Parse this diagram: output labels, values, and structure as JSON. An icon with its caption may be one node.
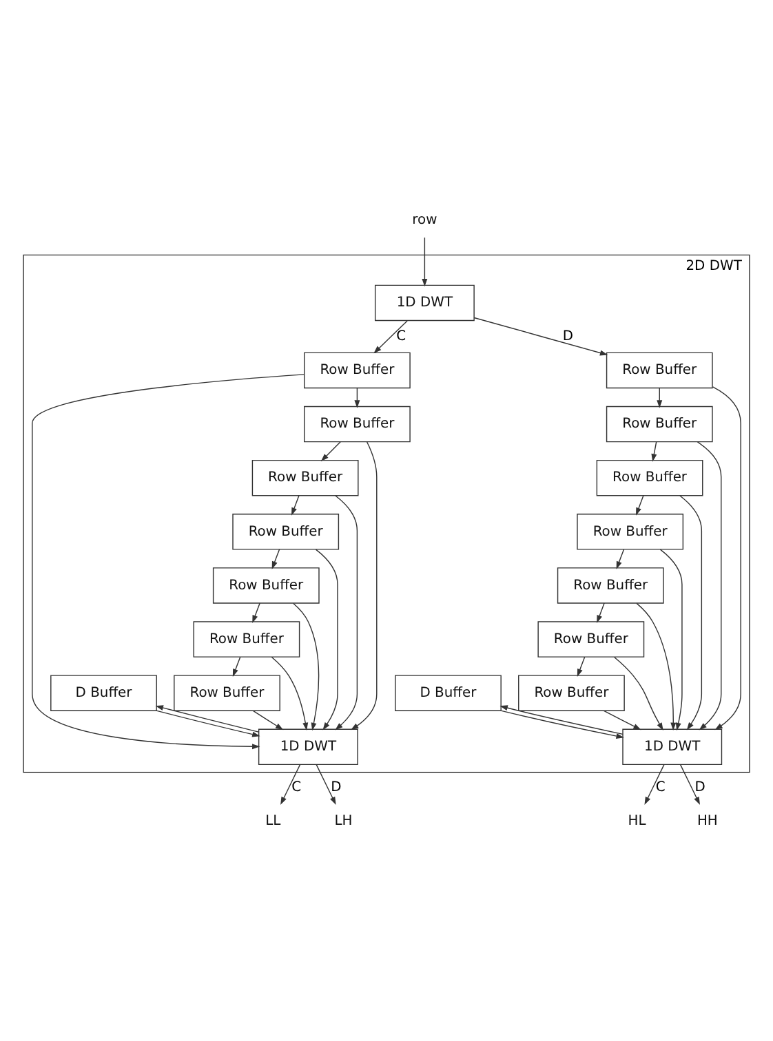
{
  "diagram": {
    "nodes": [
      {
        "text": [
          "2D DWT"
        ]
      },
      {
        "text": [
          "row"
        ]
      },
      {
        "text": [
          "1D DWT"
        ],
        "in": 0
      },
      {
        "text": [
          "Row Buffer"
        ],
        "in": 0
      },
      {
        "text": [
          "Row Buffer"
        ],
        "in": 0
      },
      {
        "text": [
          "Row Buffer"
        ],
        "in": 0
      },
      {
        "text": [
          "Row Buffer"
        ],
        "in": 0
      },
      {
        "text": [
          "Row Buffer"
        ],
        "in": 0
      },
      {
        "text": [
          "Row Buffer"
        ],
        "in": 0
      },
      {
        "text": [
          "Row Buffer"
        ],
        "in": 0
      },
      {
        "text": [
          "D Buffer"
        ],
        "in": 0
      },
      {
        "text": [
          "1D DWT"
        ],
        "in": 0
      },
      {
        "text": [
          "Row Buffer"
        ],
        "in": 0
      },
      {
        "text": [
          "Row Buffer"
        ],
        "in": 0
      },
      {
        "text": [
          "Row Buffer"
        ],
        "in": 0
      },
      {
        "text": [
          "Row Buffer"
        ],
        "in": 0
      },
      {
        "text": [
          "Row Buffer"
        ],
        "in": 0
      },
      {
        "text": [
          "Row Buffer"
        ],
        "in": 0
      },
      {
        "text": [
          "Row Buffer"
        ],
        "in": 0
      },
      {
        "text": [
          "D Buffer"
        ],
        "in": 0
      },
      {
        "text": [
          "1D DWT"
        ],
        "in": 0
      },
      {
        "text": [
          "LL"
        ]
      },
      {
        "text": [
          "LH"
        ]
      },
      {
        "text": [
          "HL"
        ]
      },
      {
        "text": [
          "HH"
        ]
      }
    ],
    "edges": [
      {
        "from": 1,
        "to": 2,
        "arrow": "to"
      },
      {
        "from": 2,
        "to": 3,
        "arrow": "to",
        "label": "C"
      },
      {
        "from": 2,
        "to": 12,
        "arrow": "to",
        "label": "D"
      },
      {
        "from": 3,
        "to": 4,
        "arrow": "to"
      },
      {
        "from": 4,
        "to": 5,
        "arrow": "to"
      },
      {
        "from": 5,
        "to": 6,
        "arrow": "to"
      },
      {
        "from": 6,
        "to": 7,
        "arrow": "to"
      },
      {
        "from": 7,
        "to": 8,
        "arrow": "to"
      },
      {
        "from": 8,
        "to": 9,
        "arrow": "to"
      },
      {
        "from": 3,
        "to": 11,
        "arrow": "to"
      },
      {
        "from": 4,
        "to": 11,
        "arrow": "to"
      },
      {
        "from": 5,
        "to": 11,
        "arrow": "to"
      },
      {
        "from": 6,
        "to": 11,
        "arrow": "to"
      },
      {
        "from": 7,
        "to": 11,
        "arrow": "to"
      },
      {
        "from": 8,
        "to": 11,
        "arrow": "to"
      },
      {
        "from": 9,
        "to": 11,
        "arrow": "to"
      },
      {
        "from": 10,
        "to": 11,
        "arrow": "to"
      },
      {
        "from": 11,
        "to": 10,
        "arrow": "to"
      },
      {
        "from": 11,
        "to": 21,
        "arrow": "to",
        "label": "C"
      },
      {
        "from": 11,
        "to": 22,
        "arrow": "to",
        "label": "D"
      },
      {
        "from": 12,
        "to": 13,
        "arrow": "to"
      },
      {
        "from": 13,
        "to": 14,
        "arrow": "to"
      },
      {
        "from": 14,
        "to": 15,
        "arrow": "to"
      },
      {
        "from": 15,
        "to": 16,
        "arrow": "to"
      },
      {
        "from": 16,
        "to": 17,
        "arrow": "to"
      },
      {
        "from": 17,
        "to": 18,
        "arrow": "to"
      },
      {
        "from": 12,
        "to": 20,
        "arrow": "to"
      },
      {
        "from": 13,
        "to": 20,
        "arrow": "to"
      },
      {
        "from": 14,
        "to": 20,
        "arrow": "to"
      },
      {
        "from": 15,
        "to": 20,
        "arrow": "to"
      },
      {
        "from": 16,
        "to": 20,
        "arrow": "to"
      },
      {
        "from": 17,
        "to": 20,
        "arrow": "to"
      },
      {
        "from": 18,
        "to": 20,
        "arrow": "to"
      },
      {
        "from": 19,
        "to": 20,
        "arrow": "to"
      },
      {
        "from": 20,
        "to": 19,
        "arrow": "to"
      },
      {
        "from": 20,
        "to": 23,
        "arrow": "to",
        "label": "C"
      },
      {
        "from": 20,
        "to": 24,
        "arrow": "to",
        "label": "D"
      }
    ]
  }
}
